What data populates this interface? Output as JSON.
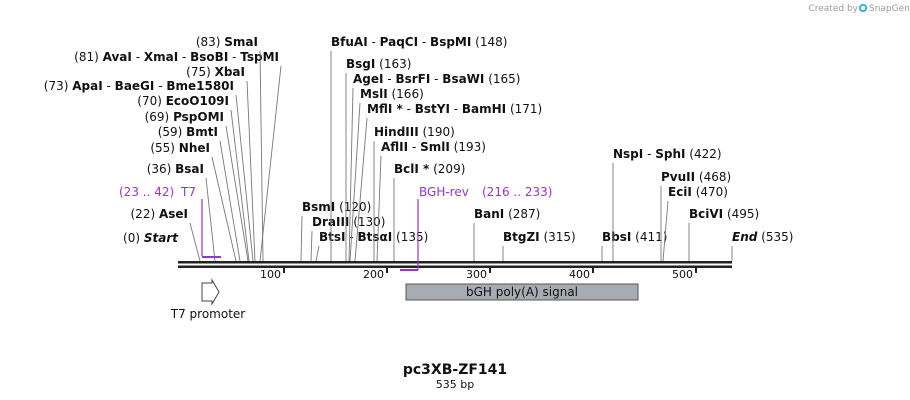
{
  "credit": {
    "text": "Created by",
    "brand": "SnapGene",
    "color": "#1ba3e0"
  },
  "map": {
    "name": "pc3XB-ZF141",
    "length_text": "535 bp",
    "length_bp": 535,
    "tick_labels": [
      "100",
      "200",
      "300",
      "400",
      "500"
    ],
    "backbone_color": "#222222"
  },
  "sites": [
    {
      "text": [
        [
          "n",
          "Start"
        ]
      ],
      "pos": "(0)"
    },
    {
      "text": [
        [
          "n",
          "AseI"
        ]
      ],
      "pos": "(22)"
    },
    {
      "text": [
        [
          "n",
          "BsaI"
        ]
      ],
      "pos": "(36)"
    },
    {
      "text": [
        [
          "n",
          "NheI"
        ]
      ],
      "pos": "(55)"
    },
    {
      "text": [
        [
          "n",
          "BmtI"
        ]
      ],
      "pos": "(59)"
    },
    {
      "text": [
        [
          "n",
          "PspOMI"
        ]
      ],
      "pos": "(69)"
    },
    {
      "text": [
        [
          "n",
          "EcoO109I"
        ]
      ],
      "pos": "(70)"
    },
    {
      "text": [
        [
          "n",
          "ApaI"
        ],
        [
          "s",
          "  -  "
        ],
        [
          "n",
          "BaeGI"
        ],
        [
          "s",
          "  -  "
        ],
        [
          "n",
          "Bme1580I"
        ]
      ],
      "pos": "(73)"
    },
    {
      "text": [
        [
          "n",
          "XbaI"
        ]
      ],
      "pos": "(75)"
    },
    {
      "text": [
        [
          "n",
          "AvaI"
        ],
        [
          "s",
          "  -  "
        ],
        [
          "n",
          "XmaI"
        ],
        [
          "s",
          "  -  "
        ],
        [
          "n",
          "BsoBI"
        ],
        [
          "s",
          "  -  "
        ],
        [
          "n",
          "TspMI"
        ]
      ],
      "pos": "(81)"
    },
    {
      "text": [
        [
          "n",
          "SmaI"
        ]
      ],
      "pos": "(83)"
    },
    {
      "text": [
        [
          "n",
          "BsmI"
        ]
      ],
      "pos": "(120)"
    },
    {
      "text": [
        [
          "n",
          "DraIII"
        ]
      ],
      "pos": "(130)"
    },
    {
      "text": [
        [
          "n",
          "BtsI"
        ],
        [
          "s",
          "  -  "
        ],
        [
          "n",
          "BtsαI"
        ]
      ],
      "pos": "(135)"
    },
    {
      "text": [
        [
          "n",
          "BfuAI"
        ],
        [
          "s",
          "  -  "
        ],
        [
          "n",
          "PaqCI"
        ],
        [
          "s",
          "  -  "
        ],
        [
          "n",
          "BspMI"
        ]
      ],
      "pos": "(148)"
    },
    {
      "text": [
        [
          "n",
          "BsgI"
        ]
      ],
      "pos": "(163)"
    },
    {
      "text": [
        [
          "n",
          "AgeI"
        ],
        [
          "s",
          "  -  "
        ],
        [
          "n",
          "BsrFI"
        ],
        [
          "s",
          "  -  "
        ],
        [
          "n",
          "BsaWI"
        ]
      ],
      "pos": "(165)"
    },
    {
      "text": [
        [
          "n",
          "MslI"
        ]
      ],
      "pos": "(166)"
    },
    {
      "text": [
        [
          "n",
          "MflI *"
        ],
        [
          "s",
          "  -  "
        ],
        [
          "n",
          "BstYI"
        ],
        [
          "s",
          "  -  "
        ],
        [
          "n",
          "BamHI"
        ]
      ],
      "pos": "(171)"
    },
    {
      "text": [
        [
          "n",
          "HindIII"
        ]
      ],
      "pos": "(190)"
    },
    {
      "text": [
        [
          "n",
          "AflII"
        ],
        [
          "s",
          "  -  "
        ],
        [
          "n",
          "SmlI"
        ]
      ],
      "pos": "(193)"
    },
    {
      "text": [
        [
          "n",
          "BclI *"
        ]
      ],
      "pos": "(209)"
    },
    {
      "text": [
        [
          "n",
          "BanI"
        ]
      ],
      "pos": "(287)"
    },
    {
      "text": [
        [
          "n",
          "BtgZI"
        ]
      ],
      "pos": "(315)"
    },
    {
      "text": [
        [
          "n",
          "BbsI"
        ]
      ],
      "pos": "(411)"
    },
    {
      "text": [
        [
          "n",
          "NspI"
        ],
        [
          "s",
          "  -  "
        ],
        [
          "n",
          "SphI"
        ]
      ],
      "pos": "(422)"
    },
    {
      "text": [
        [
          "n",
          "PvuII"
        ]
      ],
      "pos": "(468)"
    },
    {
      "text": [
        [
          "n",
          "EciI"
        ]
      ],
      "pos": "(470)"
    },
    {
      "text": [
        [
          "n",
          "BciVI"
        ]
      ],
      "pos": "(495)"
    },
    {
      "text": [
        [
          "n",
          "End"
        ]
      ],
      "pos": "(535)"
    }
  ],
  "primers": [
    {
      "name": "T7",
      "range": "(23 .. 42)",
      "strand": "forward",
      "color": "#9b30d9"
    },
    {
      "name": "BGH-rev",
      "range": "(216 .. 233)",
      "strand": "reverse",
      "color": "#9b30d9"
    }
  ],
  "features": [
    {
      "name": "T7 promoter",
      "type": "promoter",
      "color": "#ffffff"
    },
    {
      "name": "bGH poly(A) signal",
      "type": "terminator",
      "color": "#a7acb2"
    }
  ]
}
